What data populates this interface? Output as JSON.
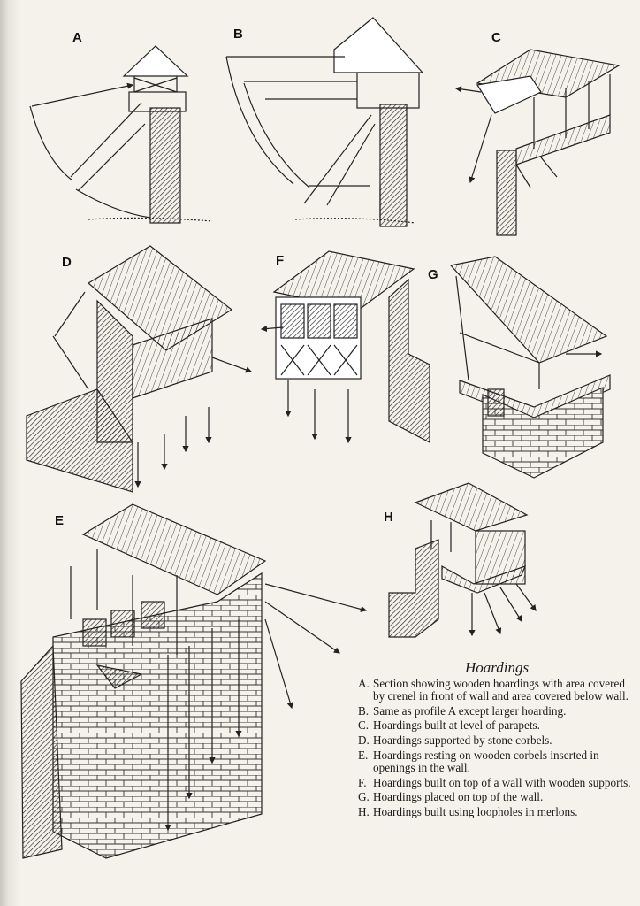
{
  "figure_letters": {
    "a": "A",
    "b": "B",
    "c": "C",
    "d": "D",
    "e": "E",
    "f": "F",
    "g": "G",
    "h": "H"
  },
  "caption": {
    "title": "Hoardings",
    "items": [
      {
        "key": "A.",
        "text": "Section showing wooden hoardings with area covered by crenel in front of wall and area covered below wall."
      },
      {
        "key": "B.",
        "text": "Same as profile A except larger hoarding."
      },
      {
        "key": "C.",
        "text": "Hoardings built at level of parapets."
      },
      {
        "key": "D.",
        "text": "Hoardings supported by stone corbels."
      },
      {
        "key": "E.",
        "text": "Hoardings resting on wooden corbels inserted in openings in the wall."
      },
      {
        "key": "F.",
        "text": "Hoardings built on top of a wall with wooden supports."
      },
      {
        "key": "G.",
        "text": "Hoardings placed on top of the wall."
      },
      {
        "key": "H.",
        "text": "Hoardings built using loopholes in merlons."
      }
    ]
  }
}
